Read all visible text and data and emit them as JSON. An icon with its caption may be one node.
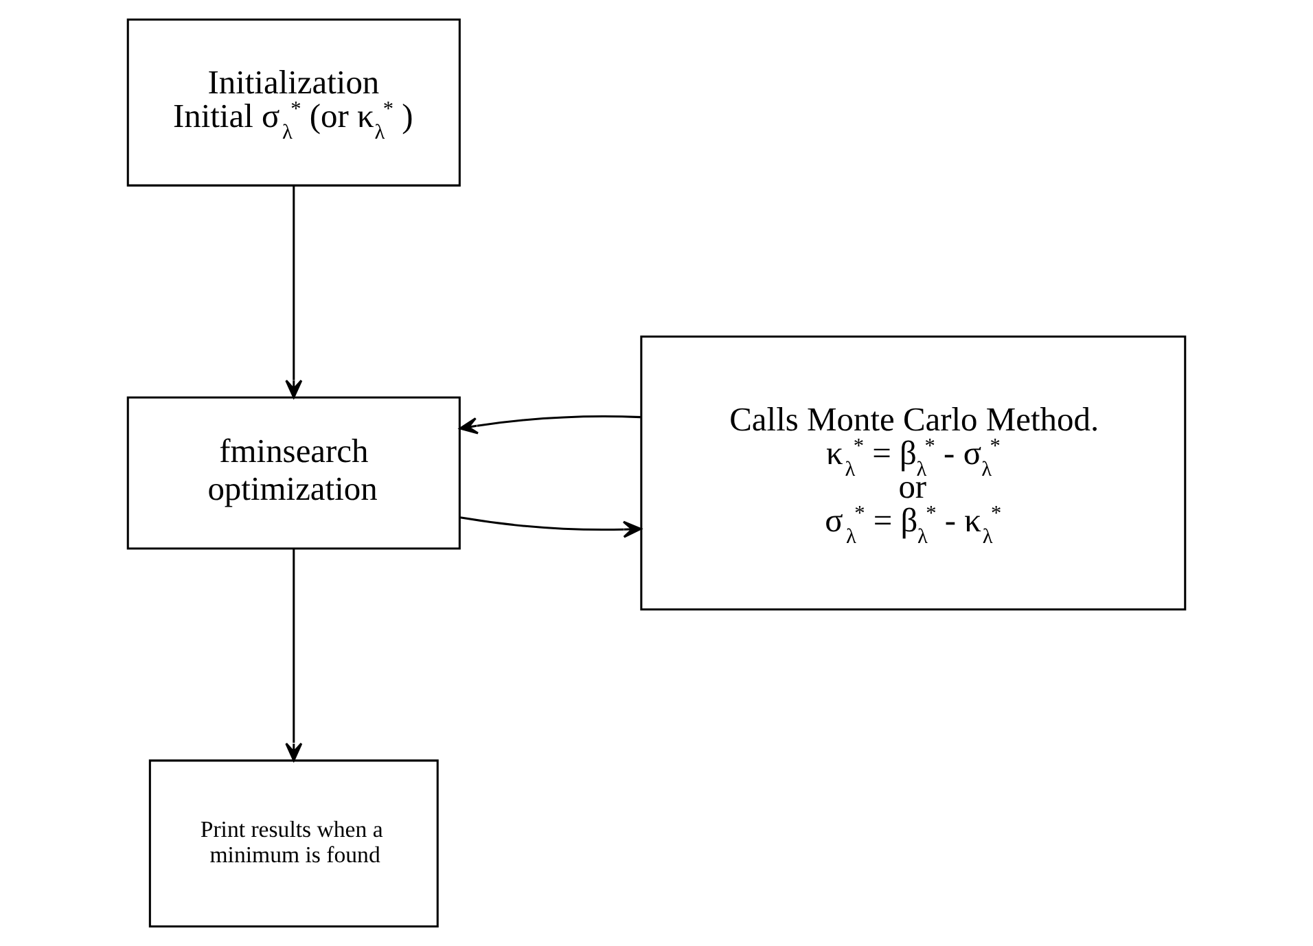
{
  "diagram": {
    "nodes": [
      {
        "text": [
          "Initialization",
          "Initial σ$_{λ}$$^{*}$ (or κ$_{λ}$$^{*}$ )"
        ]
      },
      {
        "text": [
          "fminsearch optimization"
        ]
      },
      {
        "text": [
          "Calls Monte Carlo Method.",
          "κ$_{λ}$$^{*}$ = β$_{λ}$$^{*}$ - σ$_{λ}$$^{*}$",
          "or",
          "σ$_{λ}$$^{*}$ = β$_{λ}$$^{*}$ - κ$_{λ}$$^{*}$"
        ]
      },
      {
        "text": [
          "Print results when a minimum is found"
        ]
      }
    ],
    "edges": [
      {
        "from": 0,
        "to": 1,
        "arrow": "to"
      },
      {
        "from": 1,
        "to": 2,
        "arrow": "to"
      },
      {
        "from": 2,
        "to": 1,
        "arrow": "to"
      },
      {
        "from": 1,
        "to": 3,
        "arrow": "to"
      }
    ]
  }
}
